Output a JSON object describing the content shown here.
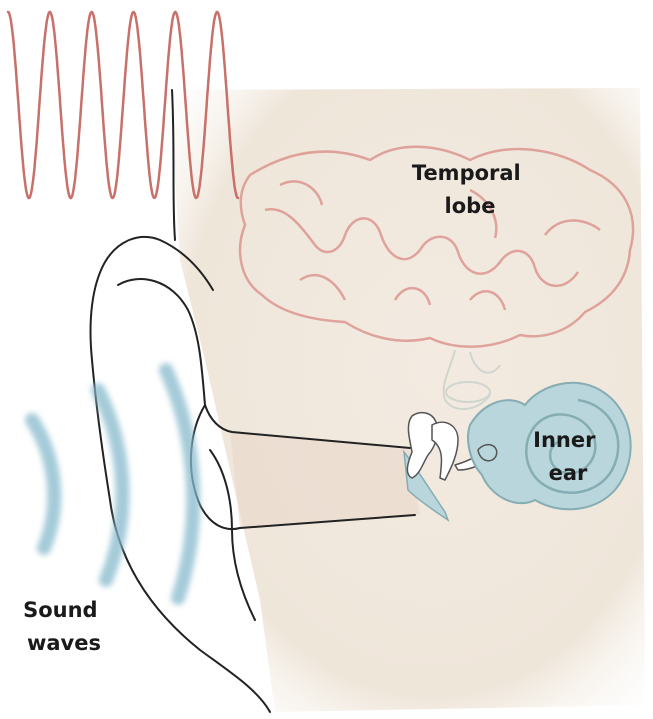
{
  "labels": {
    "temporal_lobe": [
      "Temporal",
      "lobe"
    ],
    "inner_ear": [
      "Inner",
      "ear"
    ],
    "sound_waves": [
      "Sound",
      "waves"
    ]
  },
  "colors": {
    "background_panel": "#f1e7dc",
    "brain_outline": "#d98b86",
    "ear_outline": "#222222",
    "cochlea_fill": "#b9d6dc",
    "cochlea_stroke": "#86acb4",
    "sound_wave": "#86b9cc",
    "waveform": "#c8706a"
  },
  "icons": {
    "waveform": "sine-wave-icon",
    "cochlea": "cochlea-spiral",
    "brain": "brain-gyri"
  }
}
